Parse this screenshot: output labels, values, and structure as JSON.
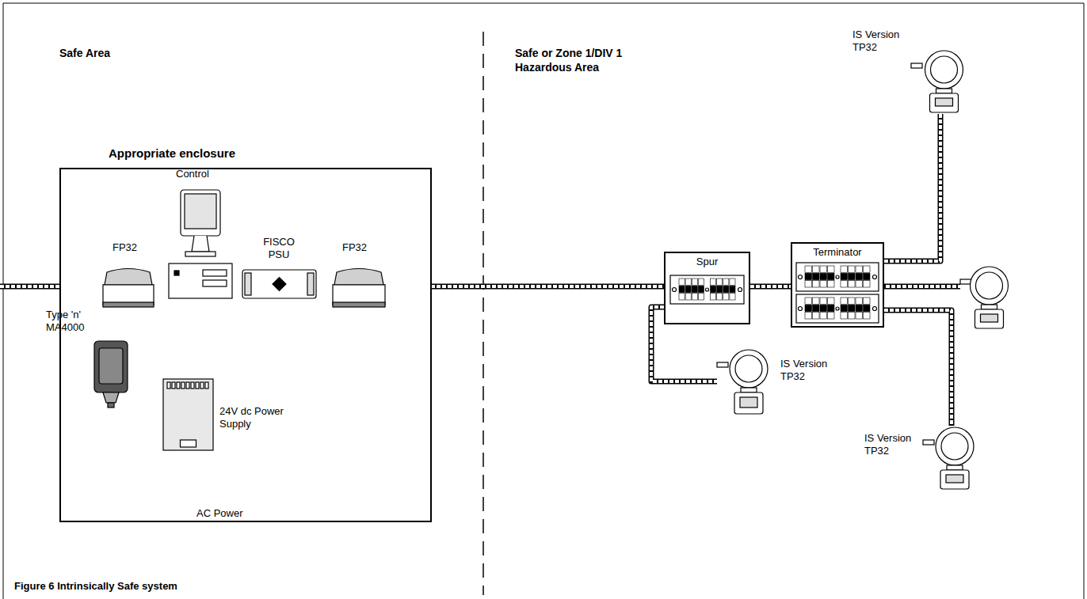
{
  "diagram": {
    "caption": "Figure 6 Intrinsically Safe system",
    "nodes": [
      {
        "text": [
          "Appropriate enclosure"
        ]
      },
      {
        "text": [
          "FP32"
        ],
        "in": 0
      },
      {
        "text": [
          "Control"
        ],
        "in": 0
      },
      {
        "text": [
          "FISCO PSU"
        ],
        "in": 0
      },
      {
        "text": [
          "FP32"
        ],
        "in": 0
      },
      {
        "text": [
          "Type 'n' MA4000"
        ],
        "in": 0
      },
      {
        "text": [
          "24V dc Power Supply"
        ],
        "in": 0
      },
      {
        "text": [
          "Spur"
        ]
      },
      {
        "text": [
          "Terminator"
        ]
      },
      {
        "text": [
          "IS Version TP32"
        ]
      },
      {
        "text": [
          "IS Version TP32"
        ]
      },
      {
        "text": [
          "IS Version TP32"
        ]
      }
    ],
    "edges": [
      {
        "from": 1,
        "to": 2,
        "arrow": "none"
      },
      {
        "from": 2,
        "to": 3,
        "arrow": "none"
      },
      {
        "from": 3,
        "to": 4,
        "arrow": "none"
      },
      {
        "from": 4,
        "to": 7,
        "arrow": "none"
      },
      {
        "from": 7,
        "to": 8,
        "arrow": "none"
      },
      {
        "from": 8,
        "to": 9,
        "arrow": "none"
      },
      {
        "from": 7,
        "to": 10,
        "arrow": "none"
      },
      {
        "from": 8,
        "to": 11,
        "arrow": "none"
      },
      {
        "from": 3,
        "to": 6,
        "arrow": "none"
      }
    ],
    "labels": [
      "Safe Area",
      "Safe or Zone 1/DIV 1 Hazardous Area",
      "AC Power"
    ]
  }
}
